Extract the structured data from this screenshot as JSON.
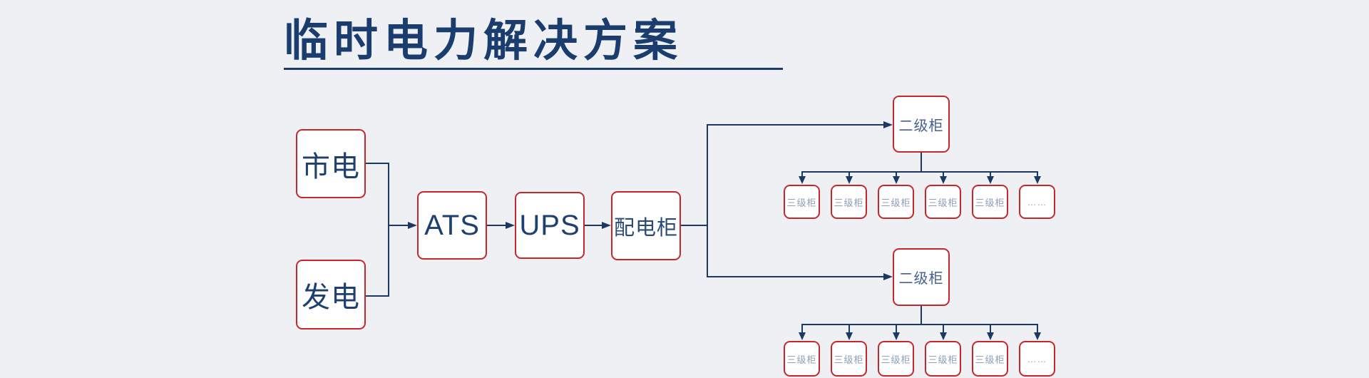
{
  "title": "临时电力解决方案",
  "colors": {
    "background": "#eef0f3",
    "title_navy": "#1b3d6d",
    "connector_navy": "#1a3a64",
    "box_border_red": "#c5282c",
    "box_fill": "#fefefe",
    "primary_text": "#1e4070",
    "secondary_text": "#47618c",
    "tertiary_text": "#8fa0b7"
  },
  "diagram": {
    "nodes": {
      "mains": "市电",
      "generator": "发电",
      "ats": "ATS",
      "ups": "UPS",
      "distribution_cabinet": "配电柜",
      "secondary_cabinet": "二级柜",
      "tertiary_cabinet": "三级柜",
      "ellipsis": "……"
    },
    "structure": {
      "edges": [
        "市电 → ATS",
        "发电 → ATS",
        "ATS → UPS",
        "UPS → 配电柜",
        "配电柜 → 二级柜 (上)",
        "配电柜 → 二级柜 (下)",
        "二级柜 (上) → 三级柜 ×5 + ……",
        "二级柜 (下) → 三级柜 ×5 + ……"
      ],
      "tertiary_per_secondary": 5,
      "has_ellipsis_box": true
    }
  }
}
